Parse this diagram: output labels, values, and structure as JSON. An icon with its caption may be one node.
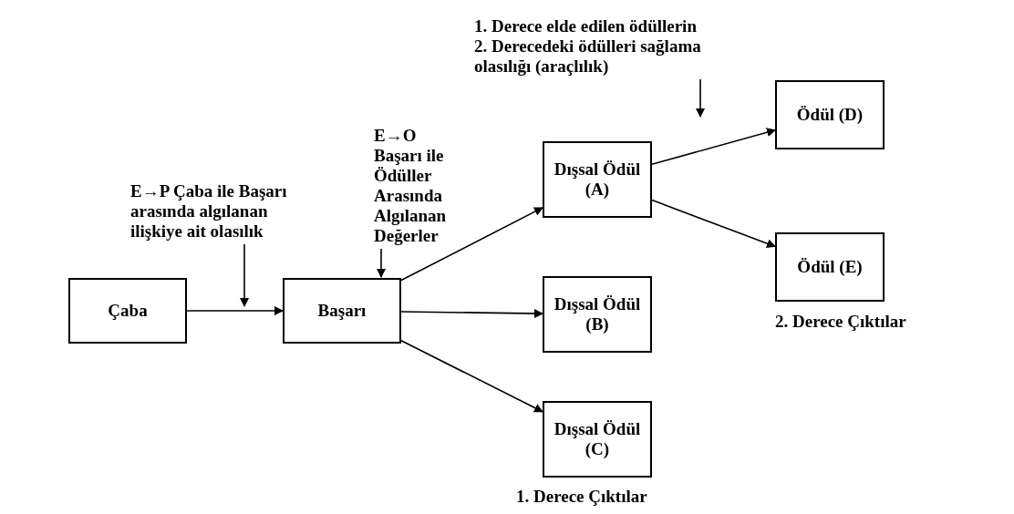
{
  "diagram": {
    "nodes": [
      {
        "text": [
          "Çaba"
        ]
      },
      {
        "text": [
          "Başarı"
        ]
      },
      {
        "text": [
          "Dışsal Ödül (A)"
        ]
      },
      {
        "text": [
          "Dışsal Ödül (B)"
        ]
      },
      {
        "text": [
          "Dışsal Ödül (C)"
        ]
      },
      {
        "text": [
          "Ödül (D)"
        ]
      },
      {
        "text": [
          "Ödül (E)"
        ]
      },
      {
        "text": [
          "E→P Çaba ile Başarı arasında algılanan ilişkiye ait olasılık"
        ]
      },
      {
        "text": [
          "E→O Başarı ile Ödüller Arasında Algılanan Değerler"
        ]
      },
      {
        "text": [
          "1. Derece elde edilen ödüllerin",
          "2. Derecedeki ödülleri sağlama olasılığı (araçlılık)"
        ]
      }
    ],
    "edges": [
      {
        "from": 0,
        "to": 1,
        "arrow": "to"
      },
      {
        "from": 1,
        "to": 2,
        "arrow": "to"
      },
      {
        "from": 1,
        "to": 3,
        "arrow": "to"
      },
      {
        "from": 1,
        "to": 4,
        "arrow": "to"
      },
      {
        "from": 2,
        "to": 5,
        "arrow": "to"
      },
      {
        "from": 2,
        "to": 6,
        "arrow": "to"
      },
      {
        "from": 7,
        "to": null,
        "arrow": "to"
      },
      {
        "from": 8,
        "to": 1,
        "arrow": "to"
      },
      {
        "from": 9,
        "to": null,
        "arrow": "to"
      }
    ],
    "labels": [
      "2. Derece Çıktılar",
      "1. Derece Çıktılar"
    ]
  }
}
